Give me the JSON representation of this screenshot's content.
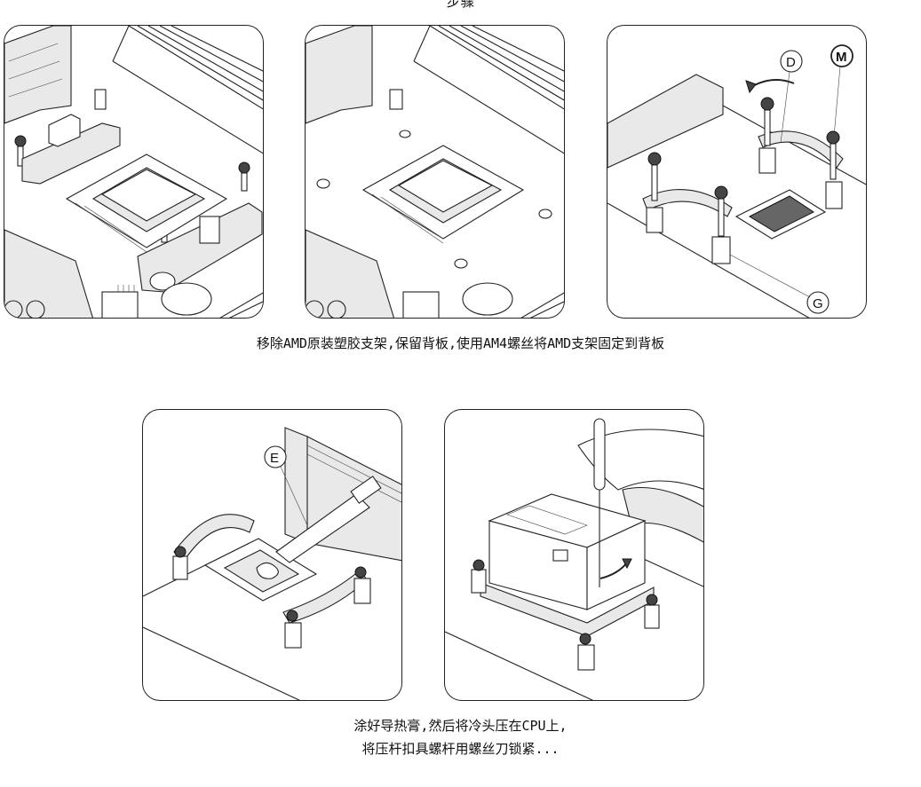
{
  "header": {
    "partial_title": "步骤"
  },
  "panels": {
    "step3": {
      "label_d": "D",
      "label_m": "M",
      "label_g": "G"
    },
    "step4": {
      "label_e": "E"
    }
  },
  "captions": {
    "row1": "移除AMD原装塑胶支架,保留背板,使用AM4螺丝将AMD支架固定到背板",
    "row2_line1": "涂好导热膏,然后将冷头压在CPU上,",
    "row2_line2": "将压杆扣具螺杆用螺丝刀锁紧..."
  }
}
